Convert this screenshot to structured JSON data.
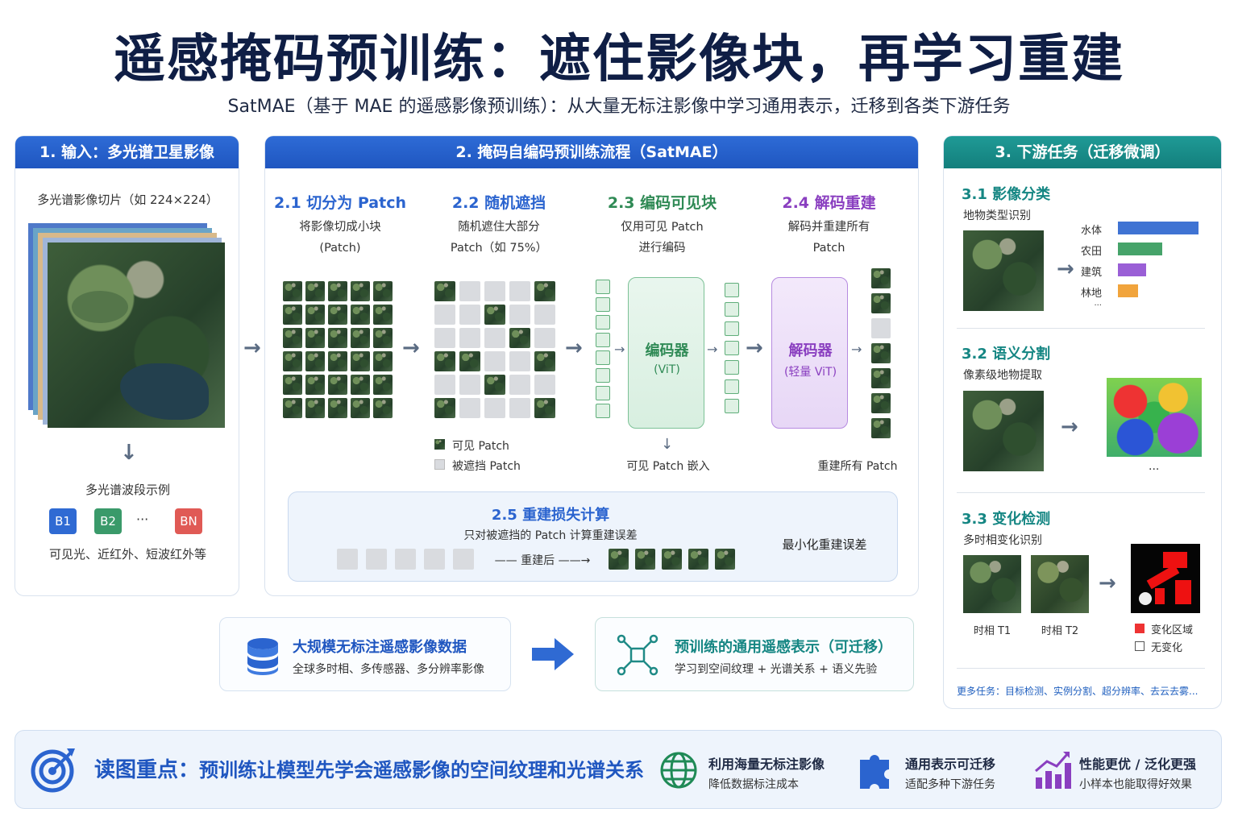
{
  "title": "遥感掩码预训练：遮住影像块，再学习重建",
  "subtitle": "SatMAE（基于 MAE 的遥感影像预训练）：从大量无标注影像中学习通用表示，迁移到各类下游任务",
  "panel1": {
    "header": "1. 输入：多光谱卫星影像",
    "caption": "多光谱影像切片（如 224×224）",
    "bands_title": "多光谱波段示例",
    "bands": [
      "B1",
      "B2",
      "···",
      "BN"
    ],
    "bands_desc": "可见光、近红外、短波红外等"
  },
  "panel2": {
    "header": "2. 掩码自编码预训练流程（SatMAE）",
    "steps": [
      {
        "title": "2.1 切分为 Patch",
        "desc1": "将影像切成小块",
        "desc2": "(Patch)"
      },
      {
        "title": "2.2 随机遮挡",
        "desc1": "随机遮住大部分",
        "desc2": "Patch（如 75%）"
      },
      {
        "title": "2.3 编码可见块",
        "desc1": "仅用可见 Patch",
        "desc2": "进行编码"
      },
      {
        "title": "2.4 解码重建",
        "desc1": "解码并重建所有",
        "desc2": "Patch"
      }
    ],
    "legend_visible": "可见 Patch",
    "legend_masked": "被遮挡 Patch",
    "encoder_name": "编码器",
    "encoder_sub": "(ViT)",
    "decoder_name": "解码器",
    "decoder_sub": "(轻量 ViT)",
    "embed_label": "可见 Patch 嵌入",
    "recon_label": "重建所有 Patch",
    "loss_title": "2.5 重建损失计算",
    "loss_desc": "只对被遮挡的 Patch 计算重建误差",
    "loss_arrow_label": "重建后",
    "loss_min": "最小化重建误差"
  },
  "panel3": {
    "header": "3. 下游任务（迁移微调）",
    "cls_title": "3.1 影像分类",
    "cls_desc": "地物类型识别",
    "cls_labels": [
      "水体",
      "农田",
      "建筑",
      "林地",
      "···"
    ],
    "seg_title": "3.2 语义分割",
    "seg_desc": "像素级地物提取",
    "seg_more": "···",
    "cd_title": "3.3 变化检测",
    "cd_desc": "多时相变化识别",
    "cd_t1": "时相 T1",
    "cd_t2": "时相 T2",
    "cd_changed": "变化区域",
    "cd_unchanged": "无变化",
    "more": "更多任务：目标检测、实例分割、超分辨率、去云去雾..."
  },
  "data_box": {
    "title": "大规模无标注遥感影像数据",
    "desc": "全球多时相、多传感器、多分辨率影像"
  },
  "repr_box": {
    "title": "预训练的通用遥感表示（可迁移）",
    "desc": "学习到空间纹理 + 光谱关系 + 语义先验"
  },
  "footer": {
    "key_label": "读图重点：",
    "key_text": "预训练让模型先学会遥感影像的空间纹理和光谱关系",
    "items": [
      {
        "title": "利用海量无标注影像",
        "desc": "降低数据标注成本"
      },
      {
        "title": "通用表示可迁移",
        "desc": "适配多种下游任务"
      },
      {
        "title": "性能更优 / 泛化更强",
        "desc": "小样本也能取得好效果"
      }
    ]
  },
  "colors": {
    "blue": "#2b64cf",
    "teal": "#158683",
    "green": "#2f8a55",
    "purple": "#8a3fc0"
  },
  "cls_chart": {
    "values": [
      1.0,
      0.55,
      0.35,
      0.25
    ]
  }
}
